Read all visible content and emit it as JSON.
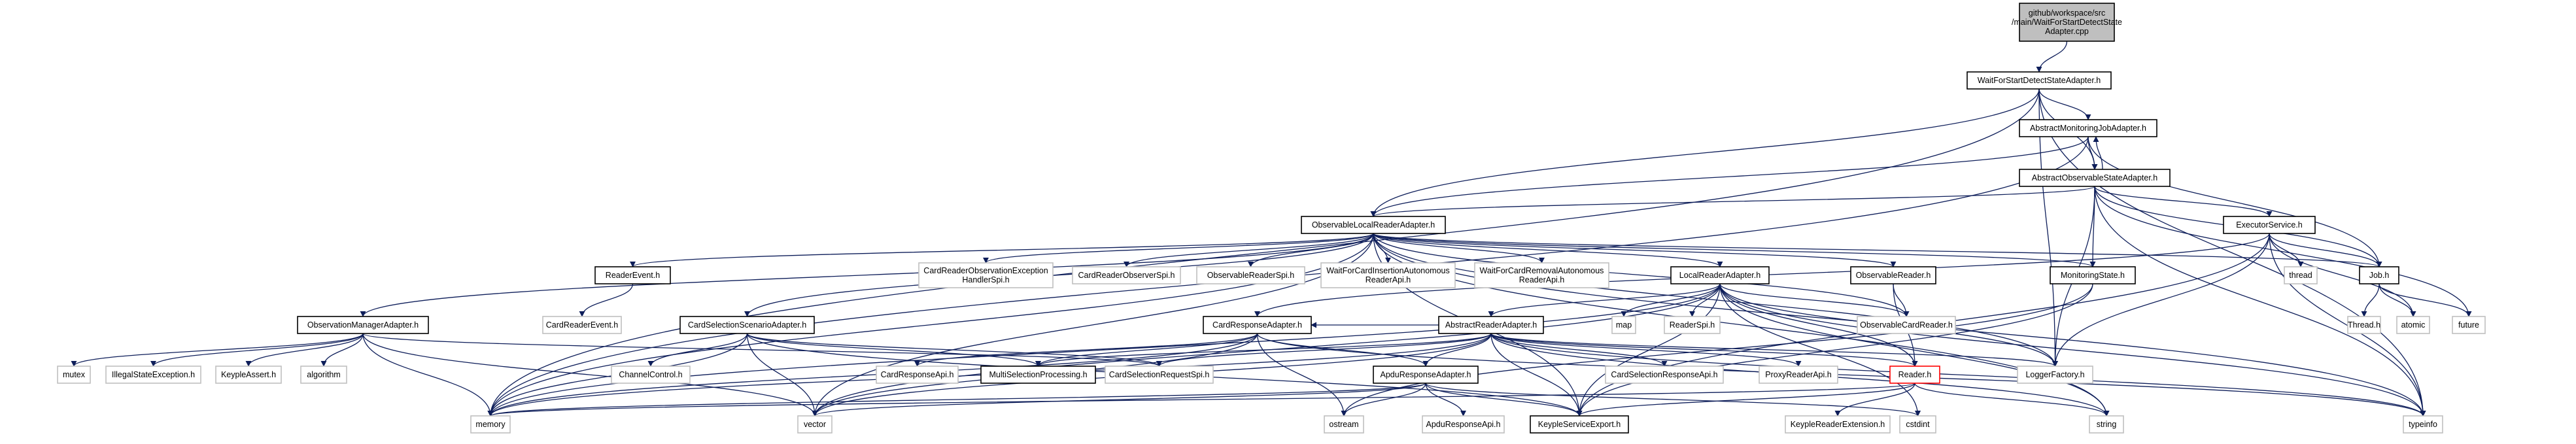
{
  "diagram": {
    "nodes": [
      {
        "id": "root",
        "lines": [
          "github/workspace/src",
          "/main/WaitForStartDetectState",
          "Adapter.cpp"
        ],
        "style": "root"
      },
      {
        "id": "wfsdsa",
        "lines": [
          "WaitForStartDetectStateAdapter.h"
        ],
        "style": "header"
      },
      {
        "id": "amja",
        "lines": [
          "AbstractMonitoringJobAdapter.h"
        ],
        "style": "header"
      },
      {
        "id": "aosa",
        "lines": [
          "AbstractObservableStateAdapter.h"
        ],
        "style": "header"
      },
      {
        "id": "olra",
        "lines": [
          "ObservableLocalReaderAdapter.h"
        ],
        "style": "header"
      },
      {
        "id": "exec",
        "lines": [
          "ExecutorService.h"
        ],
        "style": "header"
      },
      {
        "id": "job",
        "lines": [
          "Job.h"
        ],
        "style": "header"
      },
      {
        "id": "revt",
        "lines": [
          "ReaderEvent.h"
        ],
        "style": "header"
      },
      {
        "id": "crobs",
        "lines": [
          "CardReaderObservationException",
          "HandlerSpi.h"
        ],
        "style": "plain"
      },
      {
        "id": "crosp",
        "lines": [
          "CardReaderObserverSpi.h"
        ],
        "style": "plain"
      },
      {
        "id": "orspi",
        "lines": [
          "ObservableReaderSpi.h"
        ],
        "style": "plain"
      },
      {
        "id": "wfci",
        "lines": [
          "WaitForCardInsertionAutonomous",
          "ReaderApi.h"
        ],
        "style": "plain"
      },
      {
        "id": "wfcr",
        "lines": [
          "WaitForCardRemovalAutonomous",
          "ReaderApi.h"
        ],
        "style": "plain"
      },
      {
        "id": "lra",
        "lines": [
          "LocalReaderAdapter.h"
        ],
        "style": "header"
      },
      {
        "id": "obsr",
        "lines": [
          "ObservableReader.h"
        ],
        "style": "header"
      },
      {
        "id": "mons",
        "lines": [
          "MonitoringState.h"
        ],
        "style": "header"
      },
      {
        "id": "thread",
        "lines": [
          "thread"
        ],
        "style": "plain"
      },
      {
        "id": "crevt",
        "lines": [
          "CardReaderEvent.h"
        ],
        "style": "plain"
      },
      {
        "id": "oma",
        "lines": [
          "ObservationManagerAdapter.h"
        ],
        "style": "header"
      },
      {
        "id": "cssa",
        "lines": [
          "CardSelectionScenarioAdapter.h"
        ],
        "style": "header"
      },
      {
        "id": "cra",
        "lines": [
          "CardResponseAdapter.h"
        ],
        "style": "header"
      },
      {
        "id": "ara",
        "lines": [
          "AbstractReaderAdapter.h"
        ],
        "style": "header"
      },
      {
        "id": "map",
        "lines": [
          "map"
        ],
        "style": "plain"
      },
      {
        "id": "rspi",
        "lines": [
          "ReaderSpi.h"
        ],
        "style": "plain"
      },
      {
        "id": "ocr",
        "lines": [
          "ObservableCardReader.h"
        ],
        "style": "plain"
      },
      {
        "id": "threadh",
        "lines": [
          "Thread.h"
        ],
        "style": "plain"
      },
      {
        "id": "atomic",
        "lines": [
          "atomic"
        ],
        "style": "plain"
      },
      {
        "id": "future",
        "lines": [
          "future"
        ],
        "style": "plain"
      },
      {
        "id": "mutex",
        "lines": [
          "mutex"
        ],
        "style": "plain"
      },
      {
        "id": "ise",
        "lines": [
          "IllegalStateException.h"
        ],
        "style": "plain"
      },
      {
        "id": "ka",
        "lines": [
          "KeypleAssert.h"
        ],
        "style": "plain"
      },
      {
        "id": "algo",
        "lines": [
          "algorithm"
        ],
        "style": "plain"
      },
      {
        "id": "chc",
        "lines": [
          "ChannelControl.h"
        ],
        "style": "plain"
      },
      {
        "id": "msp",
        "lines": [
          "MultiSelectionProcessing.h"
        ],
        "style": "header"
      },
      {
        "id": "crapi",
        "lines": [
          "CardResponseApi.h"
        ],
        "style": "plain"
      },
      {
        "id": "csrs",
        "lines": [
          "CardSelectionRequestSpi.h"
        ],
        "style": "plain"
      },
      {
        "id": "ara2",
        "lines": [
          "ApduResponseAdapter.h"
        ],
        "style": "header"
      },
      {
        "id": "csrapi",
        "lines": [
          "CardSelectionResponseApi.h"
        ],
        "style": "plain"
      },
      {
        "id": "prapi",
        "lines": [
          "ProxyReaderApi.h"
        ],
        "style": "plain"
      },
      {
        "id": "reader",
        "lines": [
          "Reader.h"
        ],
        "style": "red"
      },
      {
        "id": "lf",
        "lines": [
          "LoggerFactory.h"
        ],
        "style": "plain"
      },
      {
        "id": "memory",
        "lines": [
          "memory"
        ],
        "style": "plain"
      },
      {
        "id": "vector",
        "lines": [
          "vector"
        ],
        "style": "plain"
      },
      {
        "id": "ostream",
        "lines": [
          "ostream"
        ],
        "style": "plain"
      },
      {
        "id": "arapi",
        "lines": [
          "ApduResponseApi.h"
        ],
        "style": "plain"
      },
      {
        "id": "kse",
        "lines": [
          "KeypleServiceExport.h"
        ],
        "style": "header"
      },
      {
        "id": "kre",
        "lines": [
          "KeypleReaderExtension.h"
        ],
        "style": "plain"
      },
      {
        "id": "cstdint",
        "lines": [
          "cstdint"
        ],
        "style": "plain"
      },
      {
        "id": "string",
        "lines": [
          "string"
        ],
        "style": "plain"
      },
      {
        "id": "typeinfo",
        "lines": [
          "typeinfo"
        ],
        "style": "plain"
      }
    ],
    "edges": [
      [
        "root",
        "wfsdsa"
      ],
      [
        "wfsdsa",
        "amja"
      ],
      [
        "wfsdsa",
        "aosa"
      ],
      [
        "wfsdsa",
        "olra"
      ],
      [
        "wfsdsa",
        "lf"
      ],
      [
        "wfsdsa",
        "memory"
      ],
      [
        "wfsdsa",
        "typeinfo"
      ],
      [
        "amja",
        "aosa"
      ],
      [
        "amja",
        "olra"
      ],
      [
        "amja",
        "job"
      ],
      [
        "amja",
        "memory"
      ],
      [
        "aosa",
        "amja"
      ],
      [
        "aosa",
        "olra"
      ],
      [
        "aosa",
        "exec"
      ],
      [
        "aosa",
        "job"
      ],
      [
        "aosa",
        "mons"
      ],
      [
        "aosa",
        "lf"
      ],
      [
        "aosa",
        "future"
      ],
      [
        "aosa",
        "typeinfo"
      ],
      [
        "olra",
        "revt"
      ],
      [
        "olra",
        "crobs"
      ],
      [
        "olra",
        "crosp"
      ],
      [
        "olra",
        "orspi"
      ],
      [
        "olra",
        "wfci"
      ],
      [
        "olra",
        "wfcr"
      ],
      [
        "olra",
        "lra"
      ],
      [
        "olra",
        "obsr"
      ],
      [
        "olra",
        "mons"
      ],
      [
        "olra",
        "job"
      ],
      [
        "olra",
        "oma"
      ],
      [
        "olra",
        "cssa"
      ],
      [
        "olra",
        "ocr"
      ],
      [
        "olra",
        "memory"
      ],
      [
        "olra",
        "vector"
      ],
      [
        "olra",
        "string"
      ],
      [
        "olra",
        "typeinfo"
      ],
      [
        "olra",
        "lf"
      ],
      [
        "olra",
        "kse"
      ],
      [
        "exec",
        "job"
      ],
      [
        "exec",
        "thread"
      ],
      [
        "exec",
        "atomic"
      ],
      [
        "exec",
        "typeinfo"
      ],
      [
        "exec",
        "lf"
      ],
      [
        "exec",
        "kse"
      ],
      [
        "exec",
        "cra"
      ],
      [
        "job",
        "threadh"
      ],
      [
        "job",
        "atomic"
      ],
      [
        "job",
        "future"
      ],
      [
        "revt",
        "crevt"
      ],
      [
        "lra",
        "ara"
      ],
      [
        "lra",
        "map"
      ],
      [
        "lra",
        "rspi"
      ],
      [
        "lra",
        "ocr"
      ],
      [
        "lra",
        "lf"
      ],
      [
        "lra",
        "memory"
      ],
      [
        "lra",
        "vector"
      ],
      [
        "lra",
        "cstdint"
      ],
      [
        "lra",
        "string"
      ],
      [
        "lra",
        "typeinfo"
      ],
      [
        "lra",
        "kse"
      ],
      [
        "lra",
        "reader"
      ],
      [
        "obsr",
        "ocr"
      ],
      [
        "obsr",
        "reader"
      ],
      [
        "mons",
        "kse"
      ],
      [
        "mons",
        "ostream"
      ],
      [
        "oma",
        "mutex"
      ],
      [
        "oma",
        "ise"
      ],
      [
        "oma",
        "ka"
      ],
      [
        "oma",
        "algo"
      ],
      [
        "oma",
        "memory"
      ],
      [
        "oma",
        "vector"
      ],
      [
        "oma",
        "csrs"
      ],
      [
        "cssa",
        "chc"
      ],
      [
        "cssa",
        "msp"
      ],
      [
        "cssa",
        "csrs"
      ],
      [
        "cssa",
        "memory"
      ],
      [
        "cssa",
        "vector"
      ],
      [
        "cssa",
        "kse"
      ],
      [
        "cra",
        "crapi"
      ],
      [
        "cra",
        "ara2"
      ],
      [
        "cra",
        "msp"
      ],
      [
        "cra",
        "memory"
      ],
      [
        "cra",
        "vector"
      ],
      [
        "cra",
        "ostream"
      ],
      [
        "cra",
        "typeinfo"
      ],
      [
        "ara",
        "csrapi"
      ],
      [
        "ara",
        "prapi"
      ],
      [
        "ara",
        "reader"
      ],
      [
        "ara",
        "lf"
      ],
      [
        "ara",
        "cra"
      ],
      [
        "ara",
        "msp"
      ],
      [
        "ara",
        "csrs"
      ],
      [
        "ara",
        "ara2"
      ],
      [
        "ara",
        "memory"
      ],
      [
        "ara",
        "vector"
      ],
      [
        "ara",
        "string"
      ],
      [
        "ara",
        "kse"
      ],
      [
        "ara",
        "typeinfo"
      ],
      [
        "ara2",
        "arapi"
      ],
      [
        "ara2",
        "kse"
      ],
      [
        "ara2",
        "cstdint"
      ],
      [
        "ara2",
        "memory"
      ],
      [
        "ara2",
        "vector"
      ],
      [
        "ara2",
        "ostream"
      ],
      [
        "reader",
        "kre"
      ],
      [
        "reader",
        "string"
      ],
      [
        "reader",
        "memory"
      ],
      [
        "reader",
        "kse"
      ]
    ]
  }
}
